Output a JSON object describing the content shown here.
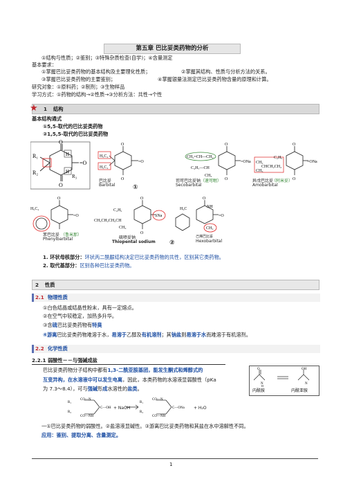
{
  "header": {
    "title": "第五章   巴比妥类药物的分析"
  },
  "intro": {
    "line1": "①结构与性质；②鉴别；③特殊杂质检查(自学)；④含量测定",
    "basic_req_label": "基本要求：",
    "req1": "①掌握巴比妥类药物的基本结构及主要理化性质；",
    "req2": "②掌握其结构、性质与分析方法的关系。",
    "req3": "③掌握巴比妥类药物的主要鉴别；",
    "req4": "④掌握银量法测定巴比妥类药物含量的原理和计算。",
    "research": "研究对象：①原料药；②制剂；③生物样品",
    "method": "学习方式：①药物的结构→②性质→③分析方法：共性→个性"
  },
  "section1": {
    "star": "★",
    "number": "1",
    "title": "结构",
    "basic_formula": "基本结构通式",
    "sub1": "①5,5-取代的巴比妥类药物",
    "sub2": "②1,5,5-取代的巴比妥类药物",
    "drugs_row1": [
      {
        "cn": "巴比妥",
        "en": "Barbital",
        "note": ""
      },
      {
        "cn": "司可巴比妥钠",
        "en": "Secobarbital",
        "note": "（速可眠）"
      },
      {
        "cn": "异戊巴比妥",
        "en": "Amobarbital",
        "note": "（阿米妥）"
      }
    ],
    "drugs_row2": [
      {
        "cn": "苯巴比妥",
        "en": "Phenylbarbital",
        "note": "（鲁米那）"
      },
      {
        "cn": "硫喷妥钠",
        "en": "Thiopental sodium",
        "note": ""
      },
      {
        "cn": "己烯巴比妥",
        "en": "Hexobarbital",
        "note": ""
      }
    ],
    "marker1": "①",
    "marker2": "②",
    "point1_label": "1.  环状母核部分：",
    "point1": "环状丙二酰脲结构决定巴比妥类药物的共性，区别其它类药物。",
    "point2_label": "2.  取代基部分：",
    "point2": "区别各种巴比妥类药物。"
  },
  "section2": {
    "number": "2",
    "title": "性质",
    "s21_num": "2.1",
    "s21_title": "物理性质",
    "p1": "①白色结晶或结晶性粉末，具有一定熔点。",
    "p2": "②在空气中较稳定，加热多升华。",
    "p3a": "③含",
    "p3b": "硫",
    "p3c": "巴比妥类药物有",
    "p3d": "特臭",
    "p4a": "④游离",
    "p4b": "巴比妥类药物难溶于水，",
    "p4c": "易溶于",
    "p4d": "乙醇及",
    "p4e": "有机溶剂",
    "p4f": "；其",
    "p4g": "钠盐",
    "p4h": "则",
    "p4i": "易溶于水",
    "p4j": "而难溶于有机溶剂。",
    "s22_num": "2.2",
    "s22_title": "化学性质",
    "s221": "2.2.1  弱酸性－－与强碱成盐",
    "para1a": "巴比妥类药物分子结构中都有",
    "para1b": "1,3-二酰亚胺基团",
    "para1c": "，能发生酮式和烯醇式的",
    "para2a": "互变异构，在水溶液中可以发生电离",
    "para2b": "，因此，本类药物的水溶液显弱酸性（pKa",
    "para3a": "为 7.3～8.4），可与",
    "para3b": "强碱",
    "para3c": "形",
    "para3d": "成",
    "para3e": "水溶性的",
    "para3f": "盐类",
    "para3g": "。",
    "tautomer1": "内酰胺",
    "tautomer2": "内酰亚胺",
    "reaction_reagent": "+ NaOH",
    "reaction_product": "+ H₂O",
    "summary": "一①巴比妥类药物的弱酸性。②盐溶液显碱性。③游离巴比妥类药物和其盐在水中溶解性不同。",
    "application": "应用：鉴别、提取分离、含量测定。"
  },
  "footer": {
    "page": "1"
  }
}
